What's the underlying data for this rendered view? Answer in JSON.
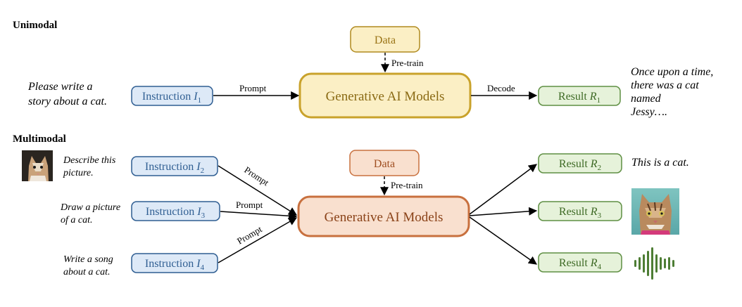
{
  "colors": {
    "instruction_fill": "#dde9f7",
    "instruction_stroke": "#2f5e92",
    "result_fill": "#e6f2da",
    "result_stroke": "#5f8f43",
    "uni_model_fill": "#fbefc5",
    "uni_model_stroke": "#c9a22b",
    "multi_model_fill": "#f9e0cf",
    "multi_model_stroke": "#c8703e",
    "data_uni_fill": "#fbefc5",
    "data_uni_stroke": "#b08a1f",
    "data_multi_fill": "#f9e0cf",
    "data_multi_stroke": "#c8703e",
    "waveform": "#4d7d34"
  },
  "unimodal": {
    "title": "Unimodal",
    "input_text": [
      "Please write a",
      "story about a cat."
    ],
    "instruction": {
      "label": "Instruction ",
      "var": "I",
      "sub": "1"
    },
    "prompt_label": "Prompt",
    "data_label": "Data",
    "pretrain_label": "Pre-train",
    "model_label": "Generative AI Models",
    "decode_label": "Decode",
    "result": {
      "label": "Result ",
      "var": "R",
      "sub": "1"
    },
    "output_text": [
      "Once upon a time,",
      "there was a cat",
      "named",
      "Jessy…."
    ]
  },
  "multimodal": {
    "title": "Multimodal",
    "inputs": [
      {
        "text": [
          "Describe this",
          "picture."
        ],
        "instruction": {
          "label": "Instruction ",
          "var": "I",
          "sub": "2"
        },
        "image": "cat-photo-thumbnail"
      },
      {
        "text": [
          "Draw a picture",
          "of a cat."
        ],
        "instruction": {
          "label": "Instruction ",
          "var": "I",
          "sub": "3"
        }
      },
      {
        "text": [
          "Write a song",
          "about a cat."
        ],
        "instruction": {
          "label": "Instruction ",
          "var": "I",
          "sub": "4"
        }
      }
    ],
    "prompt_labels": [
      "Prompt",
      "Prompt",
      "Prompt"
    ],
    "data_label": "Data",
    "pretrain_label": "Pre-train",
    "model_label": "Generative AI Models",
    "results": [
      {
        "label": "Result ",
        "var": "R",
        "sub": "2",
        "output_text": "This is a cat."
      },
      {
        "label": "Result ",
        "var": "R",
        "sub": "3",
        "output_image": "generated-cat-image"
      },
      {
        "label": "Result ",
        "var": "R",
        "sub": "4",
        "output_image": "audio-waveform-icon"
      }
    ]
  }
}
